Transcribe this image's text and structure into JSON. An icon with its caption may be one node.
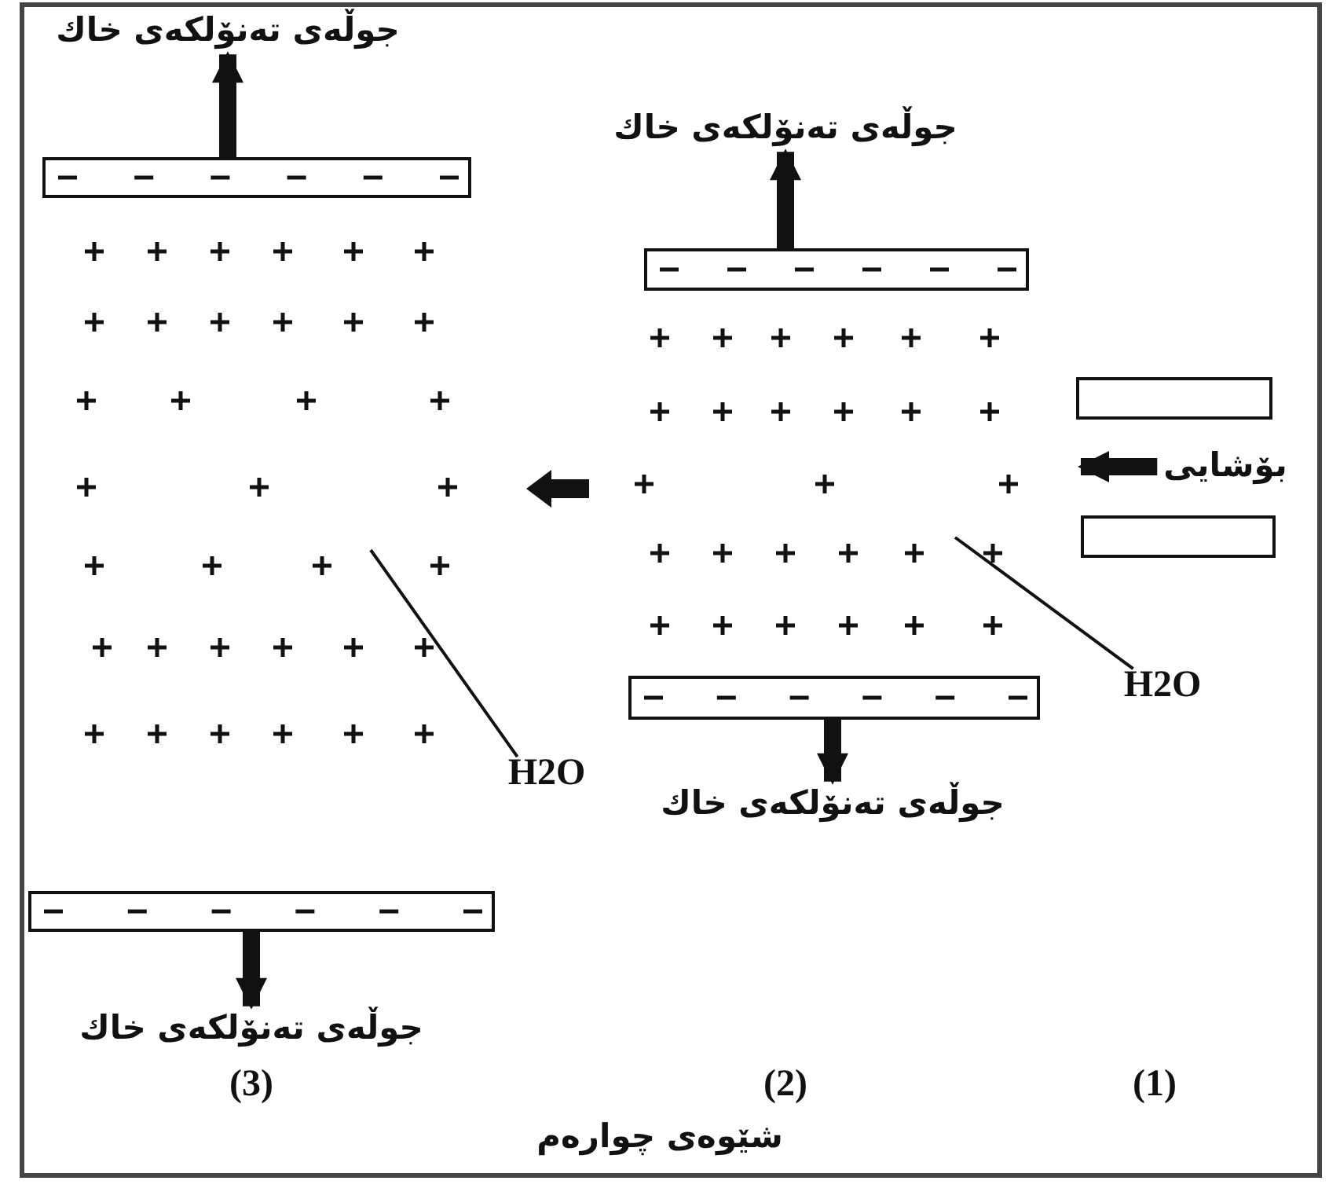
{
  "diagram": {
    "caption": "شێوەی چوارەم",
    "nodes": [
      {
        "text": [
          "جوڵەی تەنۆلکەی خاك"
        ]
      },
      {
        "text": [],
        "shape": "bar"
      },
      {
        "text": [],
        "shape": "bar"
      },
      {
        "text": [
          "جوڵەی تەنۆلکەی خاك"
        ]
      },
      {
        "text": [
          "جوڵەی تەنۆلکەی خاك"
        ]
      },
      {
        "text": [],
        "shape": "bar"
      },
      {
        "text": [],
        "shape": "bar"
      },
      {
        "text": [
          "جوڵەی تەنۆلکەی خاك"
        ]
      },
      {
        "text": [],
        "shape": "box"
      },
      {
        "text": [
          "بۆشایی"
        ]
      },
      {
        "text": [],
        "shape": "box"
      },
      {
        "text": [
          "H2O"
        ]
      },
      {
        "text": [
          "H2O"
        ]
      }
    ],
    "edges": [
      {
        "from": 1,
        "to": 0,
        "arrow": "to"
      },
      {
        "from": 2,
        "to": 3,
        "arrow": "to"
      },
      {
        "from": 5,
        "to": 4,
        "arrow": "to"
      },
      {
        "from": 6,
        "to": 7,
        "arrow": "to"
      },
      {
        "from": 11,
        "to": null,
        "arrow": "none"
      },
      {
        "from": 12,
        "to": null,
        "arrow": "none"
      },
      {
        "from": 9,
        "to": null,
        "arrow": "to"
      }
    ],
    "labels": [
      "(3)",
      "(2)",
      "(1)"
    ]
  }
}
